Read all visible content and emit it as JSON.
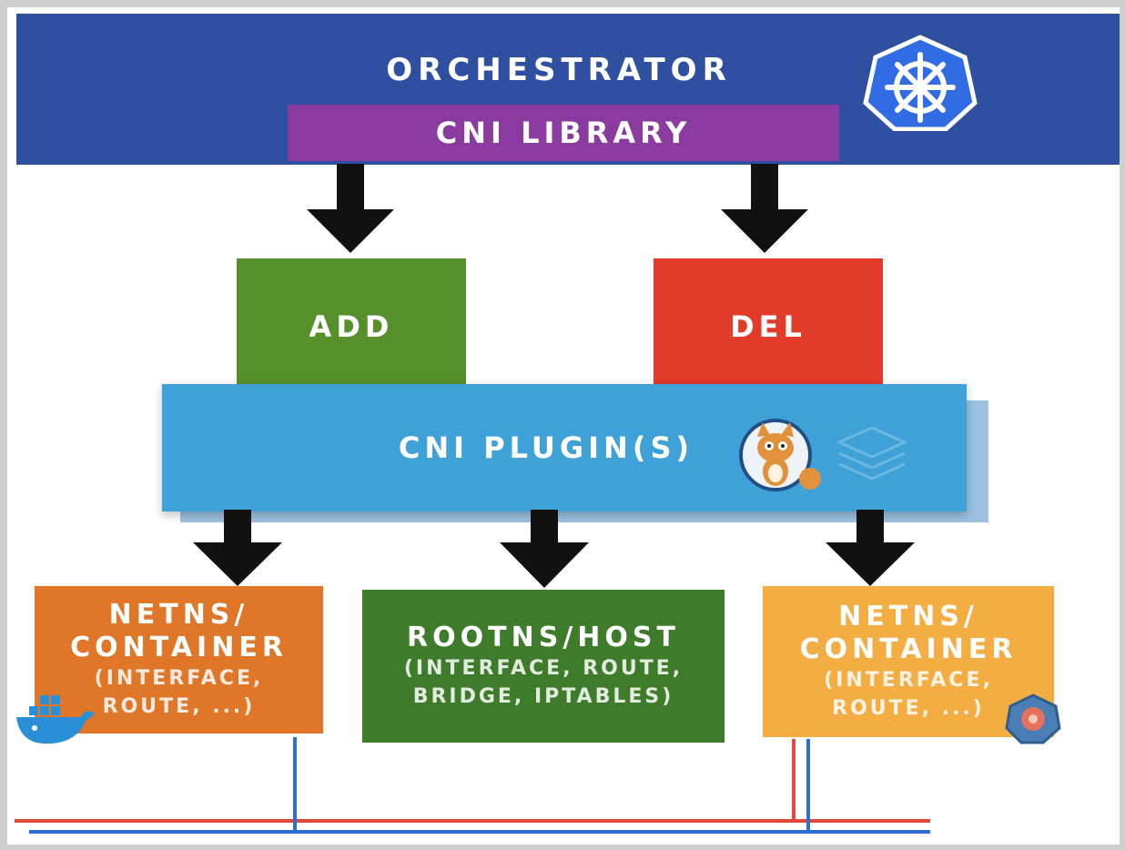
{
  "orchestrator": {
    "label": "ORCHESTRATOR"
  },
  "cni_library": {
    "label": "CNI LIBRARY"
  },
  "add": {
    "label": "ADD"
  },
  "del": {
    "label": "DEL"
  },
  "plugins": {
    "label": "CNI PLUGIN(S)"
  },
  "netns_left": {
    "line1": "NETNS/",
    "line2": "CONTAINER",
    "sub1": "(INTERFACE,",
    "sub2": "ROUTE, ...)"
  },
  "rootns": {
    "line1": "ROOTNS/HOST",
    "sub1": "(INTERFACE, ROUTE,",
    "sub2": "BRIDGE, IPTABLES)"
  },
  "netns_right": {
    "line1": "NETNS/",
    "line2": "CONTAINER",
    "sub1": "(INTERFACE,",
    "sub2": "ROUTE, ...)"
  },
  "icons": [
    "kubernetes-icon",
    "cat-mascot-icon",
    "layers-icon",
    "docker-whale-icon",
    "rkt-icon"
  ],
  "colors": {
    "orchestrator": "#2f4fa0",
    "cni_library": "#8b3aa0",
    "add": "#55902a",
    "del": "#e23b2a",
    "plugins": "#3ea2d8",
    "netns_left": "#e07628",
    "rootns": "#3e7b2a",
    "netns_right": "#f4ad43",
    "red_line": "#e04a3a",
    "blue_line": "#2e6fd0"
  }
}
